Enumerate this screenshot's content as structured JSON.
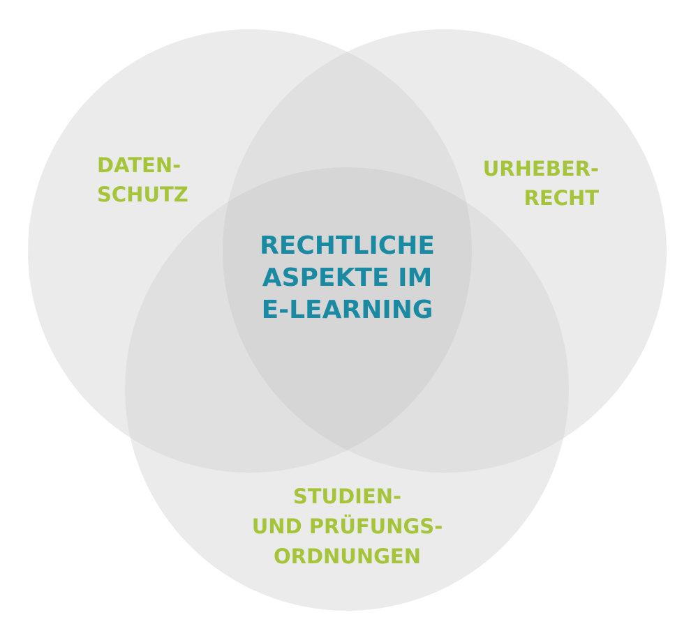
{
  "diagram": {
    "type": "venn",
    "colors": {
      "circle_fill": "#ebebeb",
      "overlap_two": "#e0e0e0",
      "overlap_three": "#d6d6d6",
      "outer_label": "#a5c43a",
      "center_label": "#1a8aa3",
      "background": "#ffffff"
    },
    "center_label": {
      "lines": [
        "RECHTLICHE",
        "ASPEKTE IM",
        "E-LEARNING"
      ]
    },
    "sets": [
      {
        "id": "datenschutz",
        "lines": [
          "DATEN-",
          "SCHUTZ"
        ]
      },
      {
        "id": "urheberrecht",
        "lines": [
          "URHEBER-",
          "RECHT"
        ]
      },
      {
        "id": "studien",
        "lines": [
          "STUDIEN-",
          "UND PRÜFUNGS-",
          "ORDNUNGEN"
        ]
      }
    ]
  }
}
